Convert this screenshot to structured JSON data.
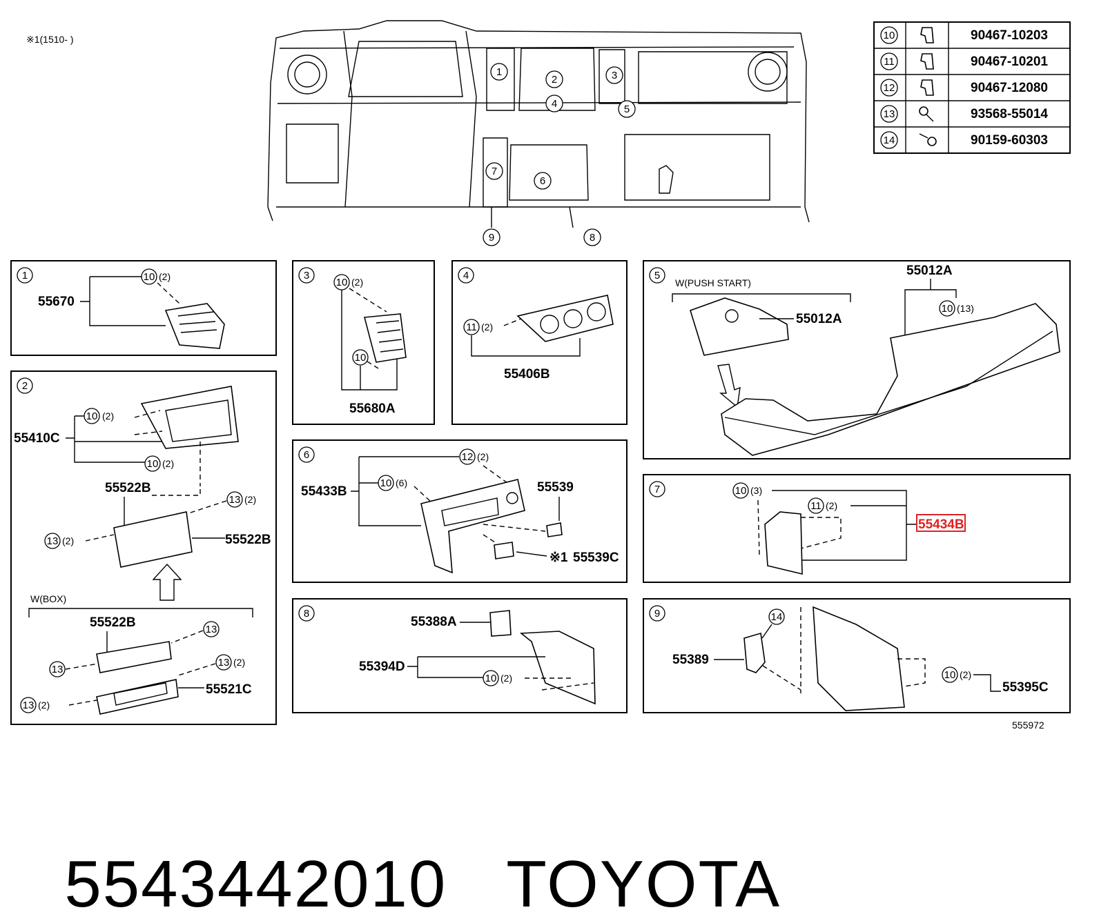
{
  "note_top": "※1(1510-      )",
  "diagram_id": "555972",
  "footer": {
    "part_number": "5543442010",
    "brand": "TOYOTA"
  },
  "fastener_table": [
    {
      "ref": "10",
      "part": "90467-10203",
      "icon": "clip-icon"
    },
    {
      "ref": "11",
      "part": "90467-10201",
      "icon": "clip-icon"
    },
    {
      "ref": "12",
      "part": "90467-12080",
      "icon": "clip-icon"
    },
    {
      "ref": "13",
      "part": "93568-55014",
      "icon": "screw-icon"
    },
    {
      "ref": "14",
      "part": "90159-60303",
      "icon": "screw-icon"
    }
  ],
  "overview_callouts": [
    "1",
    "2",
    "3",
    "4",
    "5",
    "6",
    "7",
    "8",
    "9"
  ],
  "panels": {
    "p1": {
      "num": "1",
      "parts": [
        "55670"
      ],
      "clips": [
        {
          "ref": "10",
          "qty": "(2)"
        }
      ]
    },
    "p2": {
      "num": "2",
      "parts": [
        "55410C",
        "55522B",
        "55522B",
        "55522B",
        "55521C"
      ],
      "clips": [
        {
          "ref": "10",
          "qty": "(2)"
        },
        {
          "ref": "10",
          "qty": "(2)"
        },
        {
          "ref": "13",
          "qty": "(2)"
        },
        {
          "ref": "13",
          "qty": "(2)"
        },
        {
          "ref": "13",
          "qty": ""
        },
        {
          "ref": "13",
          "qty": ""
        },
        {
          "ref": "13",
          "qty": "(2)"
        },
        {
          "ref": "13",
          "qty": "(2)"
        }
      ],
      "variant": "W(BOX)"
    },
    "p3": {
      "num": "3",
      "parts": [
        "55680A"
      ],
      "clips": [
        {
          "ref": "10",
          "qty": "(2)"
        },
        {
          "ref": "10",
          "qty": ""
        }
      ]
    },
    "p4": {
      "num": "4",
      "parts": [
        "55406B"
      ],
      "clips": [
        {
          "ref": "11",
          "qty": "(2)"
        }
      ]
    },
    "p5": {
      "num": "5",
      "parts": [
        "55012A",
        "55012A"
      ],
      "clips": [
        {
          "ref": "10",
          "qty": "(13)"
        }
      ],
      "variant": "W(PUSH  START)"
    },
    "p6": {
      "num": "6",
      "parts": [
        "55433B",
        "55539",
        "55539C"
      ],
      "clips": [
        {
          "ref": "12",
          "qty": "(2)"
        },
        {
          "ref": "10",
          "qty": "(6)"
        }
      ],
      "note": "※1"
    },
    "p7": {
      "num": "7",
      "parts": [
        "55434B"
      ],
      "clips": [
        {
          "ref": "10",
          "qty": "(3)"
        },
        {
          "ref": "11",
          "qty": "(2)"
        }
      ]
    },
    "p8": {
      "num": "8",
      "parts": [
        "55388A",
        "55394D"
      ],
      "clips": [
        {
          "ref": "10",
          "qty": "(2)"
        }
      ]
    },
    "p9": {
      "num": "9",
      "parts": [
        "55389",
        "55395C"
      ],
      "clips": [
        {
          "ref": "14",
          "qty": ""
        },
        {
          "ref": "10",
          "qty": "(2)"
        }
      ]
    }
  }
}
